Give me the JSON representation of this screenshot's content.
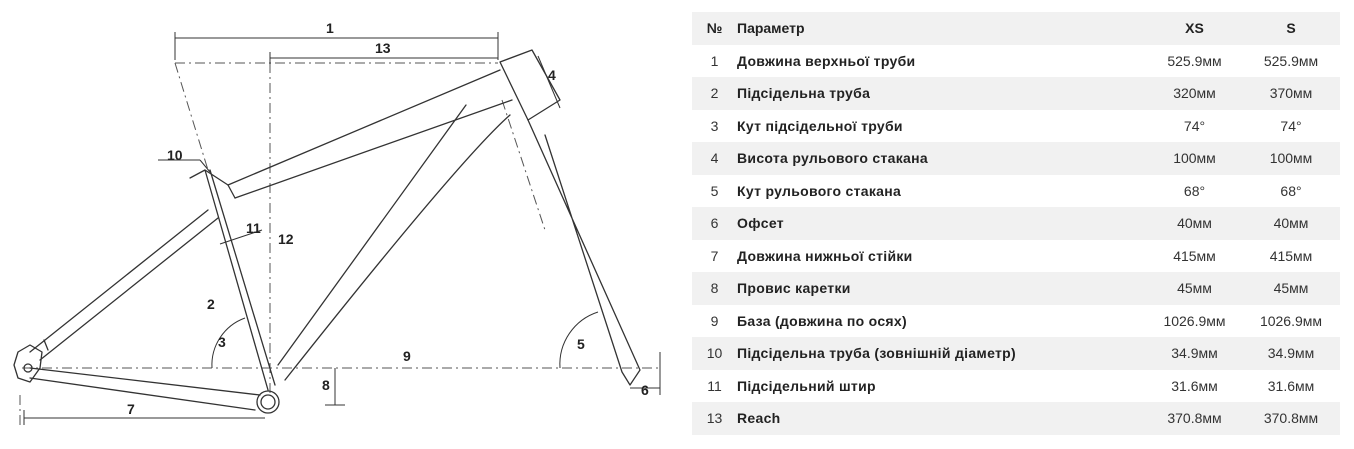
{
  "diagram": {
    "labels": {
      "l1": "1",
      "l2": "2",
      "l3": "3",
      "l4": "4",
      "l5": "5",
      "l6": "6",
      "l7": "7",
      "l8": "8",
      "l9": "9",
      "l10": "10",
      "l11": "11",
      "l12": "12",
      "l13": "13"
    }
  },
  "table": {
    "headers": {
      "no": "№",
      "param": "Параметр",
      "xs": "XS",
      "s": "S"
    },
    "rows": [
      {
        "no": "1",
        "param": "Довжина верхньої труби",
        "xs": "525.9мм",
        "s": "525.9мм"
      },
      {
        "no": "2",
        "param": "Підсідельна труба",
        "xs": "320мм",
        "s": "370мм"
      },
      {
        "no": "3",
        "param": "Кут підсідельної труби",
        "xs": "74°",
        "s": "74°"
      },
      {
        "no": "4",
        "param": "Висота рульового стакана",
        "xs": "100мм",
        "s": "100мм"
      },
      {
        "no": "5",
        "param": "Кут рульового стакана",
        "xs": "68°",
        "s": "68°"
      },
      {
        "no": "6",
        "param": "Офсет",
        "xs": "40мм",
        "s": "40мм"
      },
      {
        "no": "7",
        "param": "Довжина нижньої стійки",
        "xs": "415мм",
        "s": "415мм"
      },
      {
        "no": "8",
        "param": "Провис каретки",
        "xs": "45мм",
        "s": "45мм"
      },
      {
        "no": "9",
        "param": "База (довжина по осях)",
        "xs": "1026.9мм",
        "s": "1026.9мм"
      },
      {
        "no": "10",
        "param": "Підсідельна труба (зовнішній діаметр)",
        "xs": "34.9мм",
        "s": "34.9мм"
      },
      {
        "no": "11",
        "param": "Підсідельний штир",
        "xs": "31.6мм",
        "s": "31.6мм"
      },
      {
        "no": "13",
        "param": "Reach",
        "xs": "370.8мм",
        "s": "370.8мм"
      }
    ]
  }
}
